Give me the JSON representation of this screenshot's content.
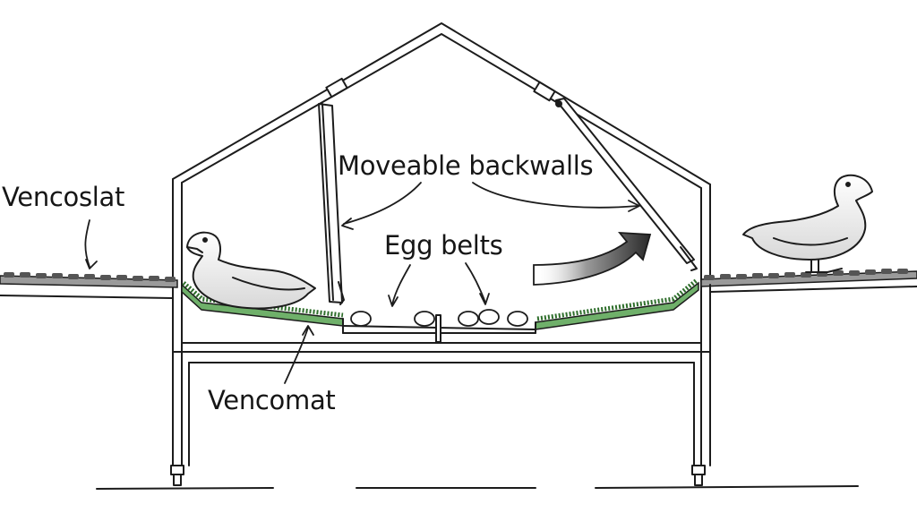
{
  "labels": {
    "vencoslat": "Vencoslat",
    "moveable_backwalls": "Moveable backwalls",
    "egg_belts": "Egg belts",
    "vencomat": "Vencomat"
  },
  "colors": {
    "ink": "#1c1c1c",
    "mat_green": "#3f8a3c",
    "mat_light": "#6fb06a",
    "slat_gray": "#6e6e6e",
    "arrow_dark": "#2a2a2a"
  }
}
